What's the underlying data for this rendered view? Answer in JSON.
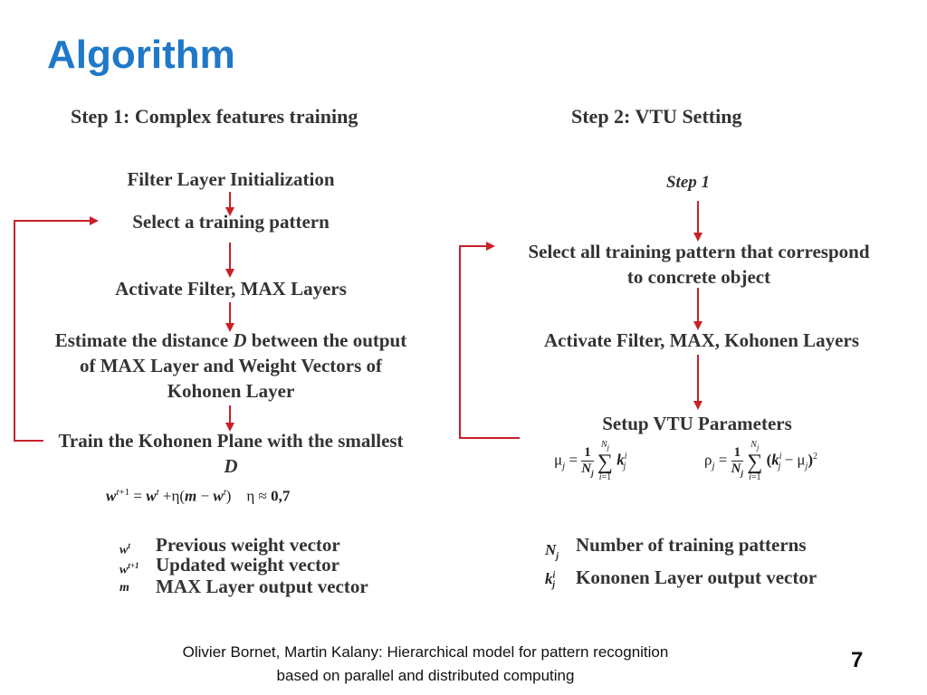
{
  "slide": {
    "title": "Algorithm",
    "page_number": "7",
    "footer": "Olivier Bornet, Martin Kalany: Hierarchical model for pattern recognition based on parallel and distributed computing"
  },
  "step1": {
    "heading": "Step 1: Complex features training",
    "boxes": [
      "Filter Layer Initialization",
      "Select a training pattern",
      "Activate Filter, MAX Layers",
      "Estimate the distance",
      "Train the Kohonen Plane with the smallest"
    ],
    "estimate_var": "D",
    "estimate_line1_rest": " between the output",
    "estimate_line2": "of MAX Layer  and Weight Vectors of",
    "estimate_line3": "Kohonen Layer",
    "train_var": "D",
    "update_formula": "w^{t+1} = w^t + η(m − w^t)    η ≈ 0,7",
    "legend": [
      {
        "symbol": "w^t",
        "text": "Previous weight vector"
      },
      {
        "symbol": "w^{t+1}",
        "text": "Updated weight vector"
      },
      {
        "symbol": "m",
        "text": "MAX Layer output vector"
      }
    ]
  },
  "step2": {
    "heading": "Step 2: VTU Setting",
    "ref": "Step 1",
    "boxes": [
      "Select all training pattern that correspond to concrete object",
      "Activate Filter, MAX, Kohonen Layers",
      "Setup  VTU Parameters"
    ],
    "select_line1": "Select all training pattern that correspond",
    "select_line2": "to concrete object",
    "mu_formula": "μj = 1/Nj Σ kj^i",
    "rho_formula": "ρj = 1/Nj Σ (kj^i − μj)^2",
    "legend": [
      {
        "symbol": "N_j",
        "text": "Number of training patterns"
      },
      {
        "symbol": "k_j^i",
        "text": "Kononen Layer output vector"
      }
    ]
  },
  "colors": {
    "title": "#1f78c8",
    "arrow": "#c8202a",
    "text": "#333333"
  }
}
